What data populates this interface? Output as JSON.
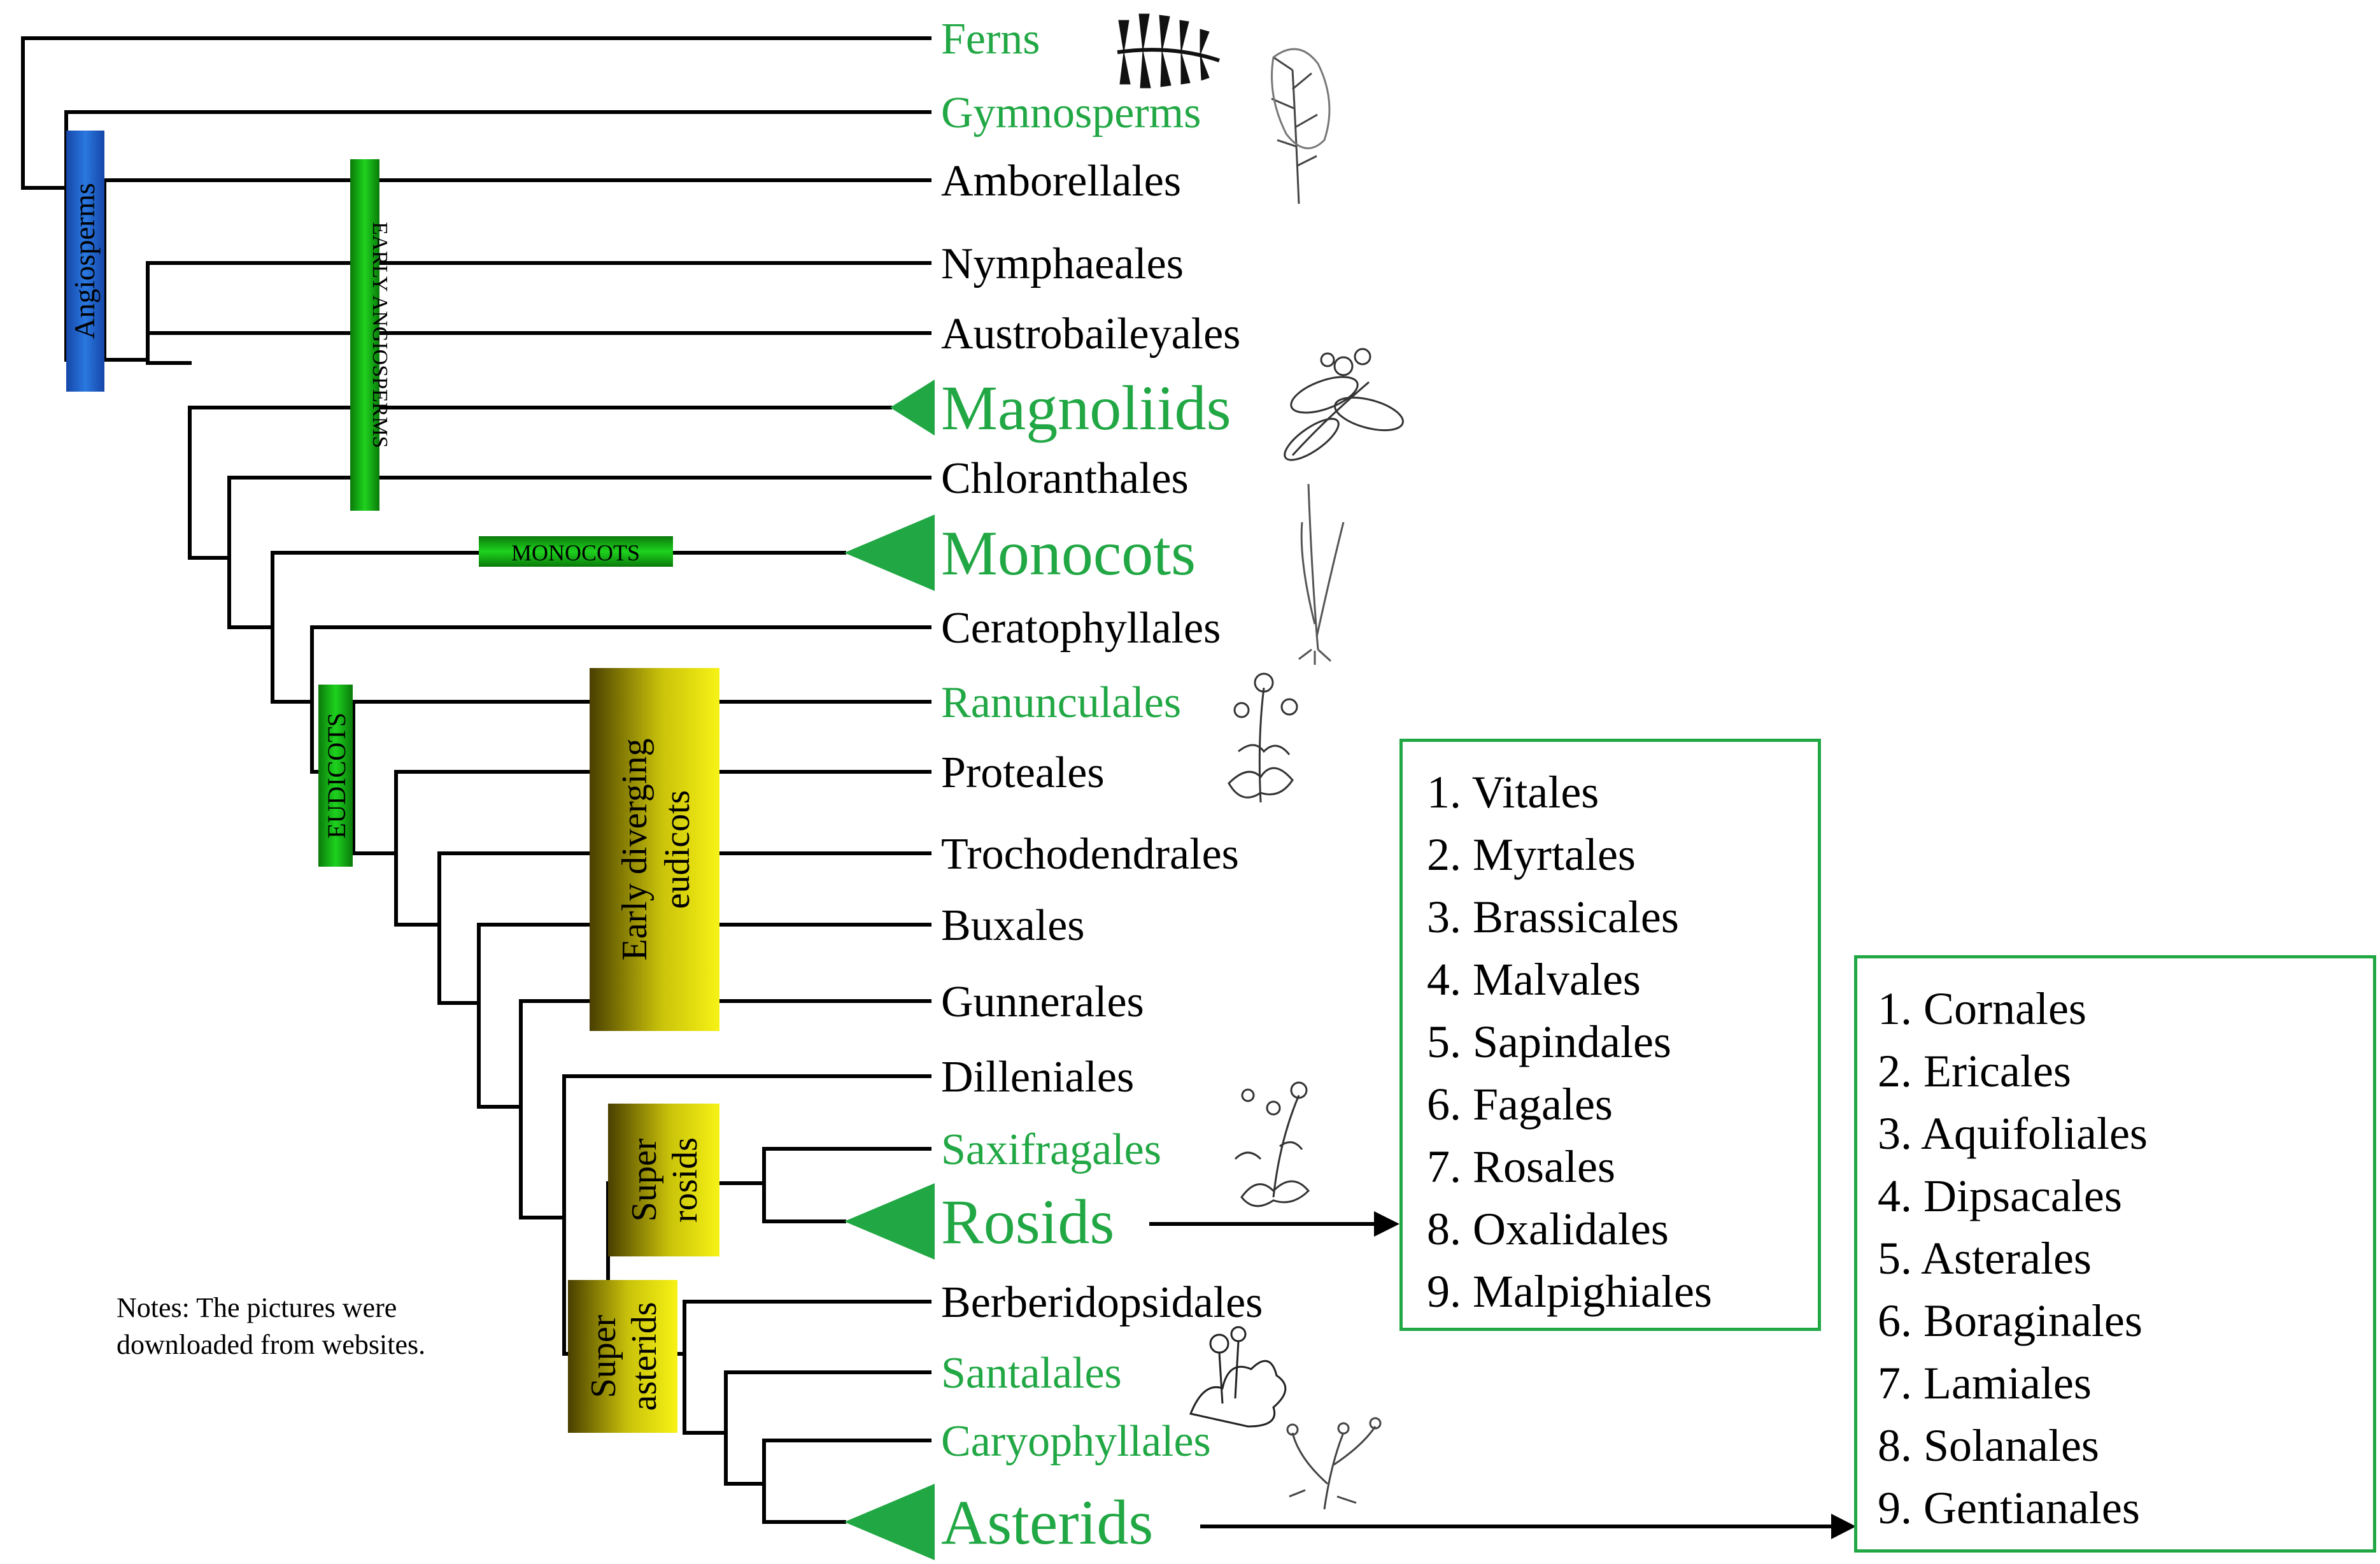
{
  "colors": {
    "green": "#21a744",
    "black": "#000000",
    "blue": "#1a5fd0",
    "clade_green": "#14b414",
    "yellow": "#f2ee10",
    "olive": "#3f3500"
  },
  "taxa": [
    {
      "id": "ferns",
      "label": "Ferns",
      "green": true
    },
    {
      "id": "gymnosperms",
      "label": "Gymnosperms",
      "green": true
    },
    {
      "id": "amborellales",
      "label": "Amborellales"
    },
    {
      "id": "nymphaeales",
      "label": "Nymphaeales"
    },
    {
      "id": "austrobaileyales",
      "label": "Austrobaileyales"
    },
    {
      "id": "magnoliids",
      "label": "Magnoliids",
      "green": true,
      "big": true
    },
    {
      "id": "chloranthales",
      "label": "Chloranthales"
    },
    {
      "id": "monocots",
      "label": "Monocots",
      "green": true,
      "big": true
    },
    {
      "id": "ceratophyllales",
      "label": "Ceratophyllales"
    },
    {
      "id": "ranunculales",
      "label": "Ranunculales",
      "green": true
    },
    {
      "id": "proteales",
      "label": "Proteales"
    },
    {
      "id": "trochodendrales",
      "label": "Trochodendrales"
    },
    {
      "id": "buxales",
      "label": "Buxales"
    },
    {
      "id": "gunnerales",
      "label": "Gunnerales"
    },
    {
      "id": "dilleniales",
      "label": "Dilleniales"
    },
    {
      "id": "saxifragales",
      "label": "Saxifragales",
      "green": true
    },
    {
      "id": "rosids",
      "label": "Rosids",
      "green": true,
      "big": true
    },
    {
      "id": "berberidopsidales",
      "label": "Berberidopsidales"
    },
    {
      "id": "santalales",
      "label": "Santalales",
      "green": true
    },
    {
      "id": "caryophyllales",
      "label": "Caryophyllales",
      "green": true
    },
    {
      "id": "asterids",
      "label": "Asterids",
      "green": true,
      "big": true
    }
  ],
  "clade_labels": {
    "angiosperms": "Angiosperms",
    "early_angiosperms": "EARLY ANGIOSPERMS",
    "monocots_bar": "MONOCOTS",
    "eudicots": "EUDICOTS",
    "early_diverging_eudicots": [
      "Early diverging",
      "eudicots"
    ],
    "super_rosids": [
      "Super",
      "rosids"
    ],
    "super_asterids": [
      "Super",
      "asterids"
    ]
  },
  "rosids_orders": [
    "1. Vitales",
    "2. Myrtales",
    "3. Brassicales",
    "4. Malvales",
    "5. Sapindales",
    "6. Fagales",
    "7. Rosales",
    "8. Oxalidales",
    "9. Malpighiales"
  ],
  "asterids_orders": [
    "1. Cornales",
    "2. Ericales",
    "3. Aquifoliales",
    "4. Dipsacales",
    "5. Asterales",
    "6. Boraginales",
    "7. Lamiales",
    "8. Solanales",
    "9. Gentianales"
  ],
  "notes": [
    "Notes: The pictures were",
    "downloaded from websites."
  ],
  "icons": [
    "fern-icon",
    "gymnosperm-branch-icon",
    "magnolia-icon",
    "grass-icon",
    "ranunculus-icon",
    "rose-icon",
    "saxifrage-icon",
    "santalales-icon",
    "caryophyllales-icon",
    "daisy-icon"
  ]
}
